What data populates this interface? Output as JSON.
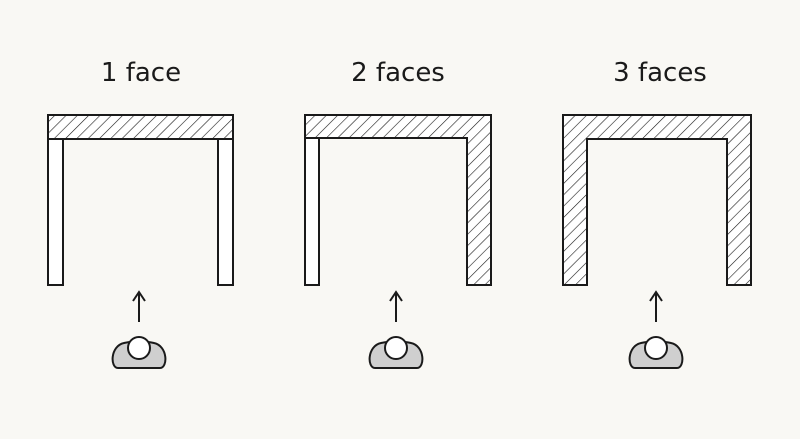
{
  "panels": [
    {
      "label": "1 face",
      "hatched_faces": [
        "front"
      ]
    },
    {
      "label": "2 faces",
      "hatched_faces": [
        "front",
        "right"
      ]
    },
    {
      "label": "3 faces",
      "hatched_faces": [
        "front",
        "right",
        "left"
      ]
    }
  ],
  "viewer": {
    "icon": "person-icon",
    "arrow": "arrow-up-icon"
  },
  "colors": {
    "background": "#f9f8f4",
    "stroke": "#1a1a1a",
    "hatch": "#1a1a1a",
    "person_body": "#cfcfcf",
    "person_head": "#ffffff"
  }
}
